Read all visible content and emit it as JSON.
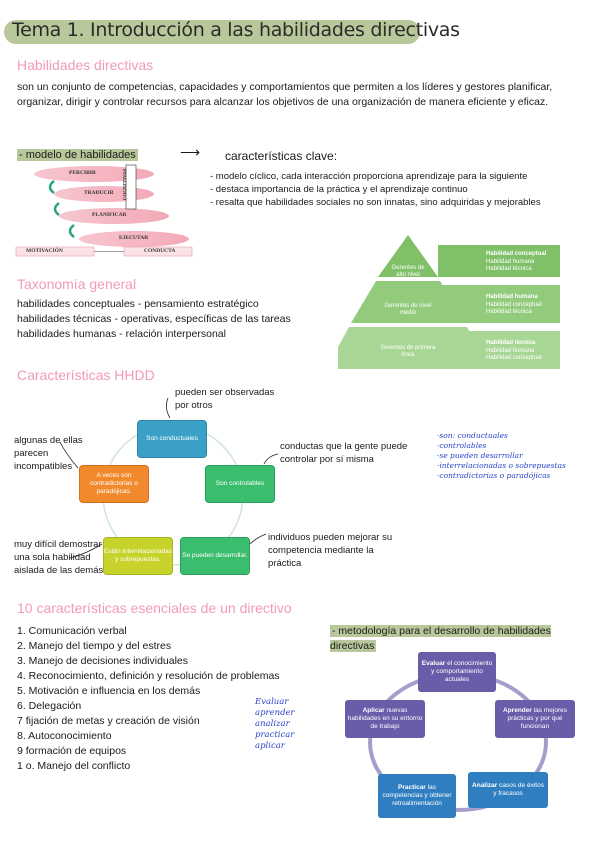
{
  "title": "Tema 1. Introducción a las habilidades directivas",
  "section1": {
    "heading": "Habilidades directivas",
    "text": "son un conjunto de competencias, capacidades y comportamientos que permiten a los líderes y gestores planificar, organizar, dirigir y controlar recursos para alcanzar los objetivos de una organización de manera eficiente y eficaz."
  },
  "modelo": {
    "label": "- modelo de habilidades",
    "arrow": "⟶",
    "diagram": {
      "percibir": "PERCIBIR",
      "traducir": "TRADUCIR",
      "planificar": "PLANIFICAR",
      "ejecutar": "EJECUTAR",
      "motivacion": "MOTIVACIÓN",
      "conducta": "CONDUCTA",
      "cognitivas": "COGNITIVAS"
    },
    "caracteristicas_title": "características clave:",
    "caracteristicas": [
      "- modelo cíclico, cada interacción proporciona aprendizaje para la siguiente",
      "- destaca importancia de la práctica y el aprendizaje continuo",
      "- resalta que habilidades sociales no son innatas, sino adquiridas y mejorables"
    ]
  },
  "taxonomia": {
    "heading": "Taxonomía general",
    "items": [
      "habilidades conceptuales - pensamiento estratégico",
      "habilidades técnicas - operativas, específicas de las tareas",
      "habilidades humanas - relación interpersonal"
    ],
    "pyramid": [
      {
        "left": "Gerentes de alto nivel",
        "right": [
          "Habilidad conceptual",
          "Habilidad humana",
          "Habilidad técnica"
        ],
        "color": "#7fc068"
      },
      {
        "left": "Gerentes de nivel medio",
        "right": [
          "Habilidad humana",
          "Habilidad conceptual",
          "Habilidad técnica"
        ],
        "color": "#93cb7d"
      },
      {
        "left": "Gerentes de primera línea",
        "right": [
          "Habilidad técnica",
          "Habilidad humana",
          "Habilidad conceptual"
        ],
        "color": "#a8d694"
      }
    ]
  },
  "hhdd": {
    "heading": "Características HHDD",
    "boxes": {
      "conductuales": "Son conductuales",
      "controlables": "Son controlables",
      "desarrollar": "Se pueden desarrollar.",
      "interrelacionadas": "Están interrelacionadas y sobrepuestas.",
      "contradictorias": "A veces son contradictorias o paradójicas."
    },
    "notes": {
      "observadas": "pueden ser observadas por otros",
      "controlar": "conductas que la gente puede controlar por sí misma",
      "mejorar": "individuos pueden mejorar su competencia mediante la práctica",
      "dificil": "muy difícil demostrar una sola habilidad aislada de las demás",
      "incompatibles": "algunas de ellas parecen incompatibles"
    },
    "handwritten": [
      "·son: conductuales",
      "·controlables",
      "·se pueden desarrollar",
      "·interrelacionadas o sobrepuestas",
      "·contradictorias o paradójicas"
    ]
  },
  "diez": {
    "heading": "10 características esenciales de un directivo",
    "items": [
      "1. Comunicación verbal",
      "2. Manejo del tiempo y del estres",
      "3. Manejo de decisiones individuales",
      "4. Reconocimiento, definición y resolución de problemas",
      "5. Motivación e influencia en los demás",
      "6. Delegación",
      "7 fijación de metas y creación de visión",
      "8. Autoconocimiento",
      "9 formación de equipos",
      "1 o. Manejo del conflicto"
    ],
    "handwritten": [
      "Evaluar",
      "aprender",
      "analizar",
      "practicar",
      "aplicar"
    ]
  },
  "metodologia": {
    "label": "- metodología para el desarrollo de habilidades directivas",
    "steps": {
      "evaluar_bold": "Evaluar",
      "evaluar_rest": "el conocimiento y comportamiento actuales",
      "aprender_bold": "Aprender",
      "aprender_rest": "las mejores prácticas y por qué funcionan",
      "analizar_bold": "Analizar",
      "analizar_rest": "casos de éxitos y fracasos",
      "practicar_bold": "Practicar",
      "practicar_rest": "las competencias y obtener retroalimentación",
      "aplicar_bold": "Aplicar",
      "aplicar_rest": "nuevas habilidades en su entorno de trabajo"
    }
  },
  "colors": {
    "title_bg": "#b9c89b",
    "heading_pink": "#f29ab5",
    "blue_box": "#3aa0c8",
    "green_box": "#3bbd6e",
    "orange_box": "#f08a2c",
    "yellow_box": "#c7d22a",
    "method_purple": "#6a5ca8",
    "method_blue": "#2f7fc0"
  }
}
